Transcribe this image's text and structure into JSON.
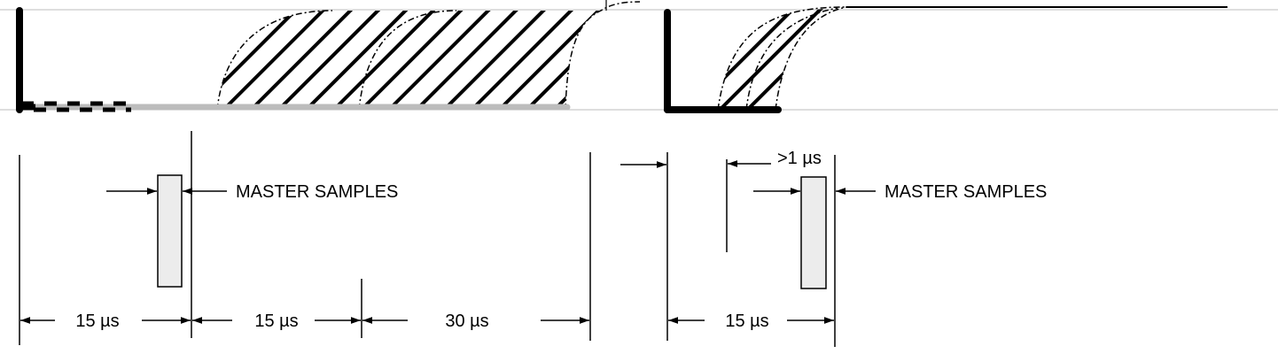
{
  "left_panel": {
    "sample_label": "MASTER SAMPLES",
    "dims": [
      "15 µs",
      "15 µs",
      "30 µs"
    ]
  },
  "right_panel": {
    "sample_label": "MASTER SAMPLES",
    "dims": [
      "15 µs"
    ],
    "min_gap_label": ">1 µs"
  },
  "colors": {
    "line": "#000000",
    "rail": "#bcbcbc",
    "sample_box_fill": "#ececec"
  }
}
